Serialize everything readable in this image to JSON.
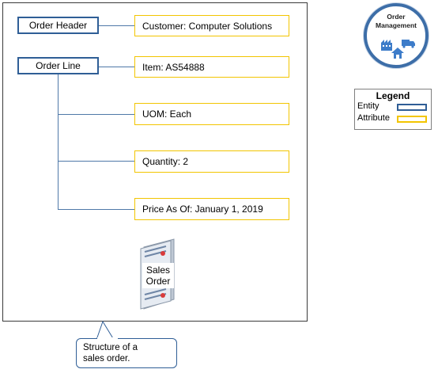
{
  "entities": [
    {
      "label": "Order Header"
    },
    {
      "label": "Order Line"
    }
  ],
  "attributes": [
    {
      "label": "Customer: Computer Solutions"
    },
    {
      "label": "Item: AS54888"
    },
    {
      "label": "UOM: Each"
    },
    {
      "label": "Quantity: 2"
    },
    {
      "label": "Price As Of: January  1, 2019"
    }
  ],
  "document_icon": {
    "line1": "Sales",
    "line2": "Order"
  },
  "badge": {
    "line1": "Order",
    "line2": "Management",
    "icon": "factory-truck-home-icon"
  },
  "legend": {
    "title": "Legend",
    "entity_label": "Entity",
    "attribute_label": "Attribute",
    "entity_color": "#2f5e96",
    "attribute_color": "#f2c500"
  },
  "callout": {
    "line1": "Structure of a",
    "line2": "sales order."
  }
}
